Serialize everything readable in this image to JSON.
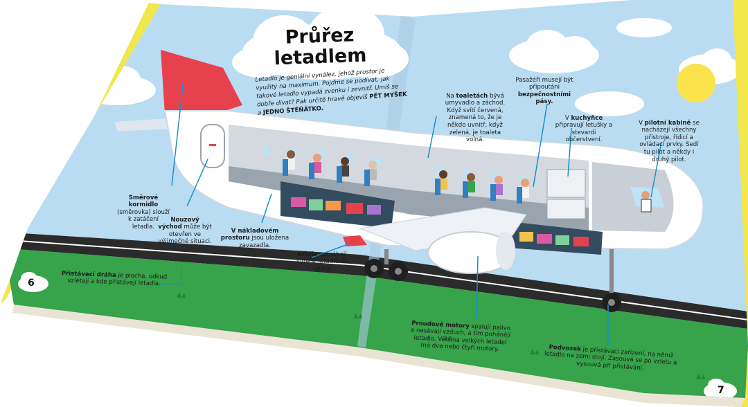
{
  "title": "Průřez\nletadlem",
  "intro": {
    "text": "Letadlo je geniální vynález, jehož prostor je využitý na maximum. Pojďme se podívat, jak takové letadlo vypadá zvenku i zevnitř. Umíš se dobře dívat? Pak určitě hravě objevíš ",
    "highlight1": "PĚT MYŠEK",
    "connector": " a ",
    "highlight2": "JEDNO ŠTĚŇÁTKO."
  },
  "labels": {
    "rudder": {
      "bold": "Směrové kormidlo",
      "rest": "(směrovka) slouží k zatáčení letadla."
    },
    "emergency_exit": {
      "bold": "Nouzový východ",
      "rest": "může být otevřen ve výjimečné situaci."
    },
    "cargo": {
      "bold": "V nákladovém prostoru",
      "rest": "jsou uložena zavazadla."
    },
    "wings": {
      "bold": "Křídla",
      "rest": "pomáhají vynést letadlo do výšky."
    },
    "runway": {
      "bold": "Přistávací dráha",
      "rest": "je plocha, odkud vzlétají a kde přistávají letadla."
    },
    "toilets": {
      "pre": "Na ",
      "bold": "toaletách",
      "rest": "bývá umyvadlo a záchod. Když svítí červená, znamená to, že je někdo uvnitř, když zelená, je toaleta volná."
    },
    "seatbelts": {
      "pre": "Pasažéři musejí být připoutáni ",
      "bold": "bezpečnostními pásy."
    },
    "galley": {
      "pre": "V ",
      "bold": "kuchyňce",
      "rest": "připravují letušky a stevardi občerstvení."
    },
    "cockpit": {
      "pre": "V ",
      "bold": "pilotní kabině",
      "rest": "se nacházejí všechny přístroje, řídicí a ovládací prvky. Sedí tu pilot a někdy i druhý pilot."
    },
    "engines": {
      "bold": "Proudové motory",
      "rest": "spalují palivo a nasávají vzduch, a tím pohánějí letadlo. Většina velkých letadel má dva nebo čtyři motory."
    },
    "landing_gear": {
      "bold": "Podvozek",
      "rest": "je přistávací zařízení, na němž letadlo na zemi stojí. Zasouvá se po vzletu a vysouvá při přistávání."
    }
  },
  "page_numbers": {
    "left": "6",
    "right": "7"
  },
  "colors": {
    "sky": "#b9dcf2",
    "tail": "#e8414e",
    "grass": "#37a34a",
    "runway": "#2b2b2b",
    "book_edge": "#f1e64a",
    "callout_line": "#1c8fc7",
    "sun": "#fbe34b"
  }
}
